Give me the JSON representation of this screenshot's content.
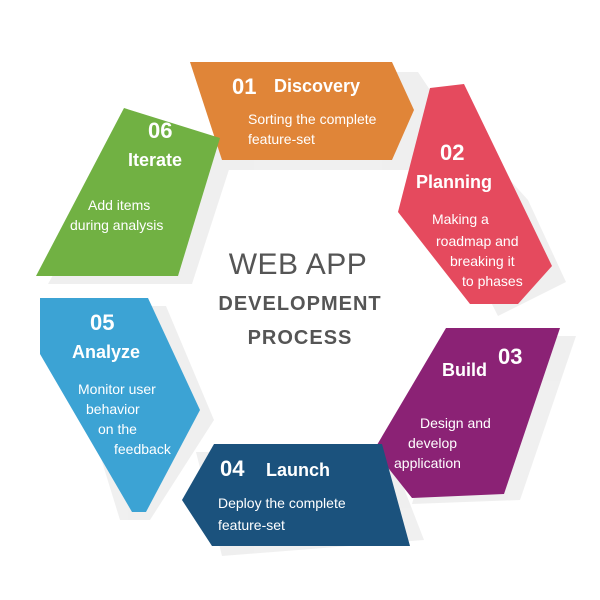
{
  "center": {
    "line1": "WEB APP",
    "line2": "DEVELOPMENT",
    "line3": "PROCESS"
  },
  "colors": {
    "discovery": "#E08538",
    "planning": "#E54A5E",
    "build": "#8B2275",
    "launch": "#1B527D",
    "analyze": "#3CA3D4",
    "iterate": "#71B143",
    "center_text": "#555555",
    "shadow": "#ececec"
  },
  "steps": {
    "discovery": {
      "number": "01",
      "title": "Discovery",
      "desc": [
        "Sorting the complete",
        "feature-set"
      ]
    },
    "planning": {
      "number": "02",
      "title": "Planning",
      "desc": [
        "Making a",
        "roadmap and",
        "breaking it",
        "to phases"
      ]
    },
    "build": {
      "number": "03",
      "title": "Build",
      "desc": [
        "Design and",
        "develop",
        "application"
      ]
    },
    "launch": {
      "number": "04",
      "title": "Launch",
      "desc": [
        "Deploy the complete",
        "feature-set"
      ]
    },
    "analyze": {
      "number": "05",
      "title": "Analyze",
      "desc": [
        "Monitor user",
        "behavior",
        "on the",
        "feedback"
      ]
    },
    "iterate": {
      "number": "06",
      "title": "Iterate",
      "desc": [
        "Add items",
        "during analysis"
      ]
    }
  }
}
